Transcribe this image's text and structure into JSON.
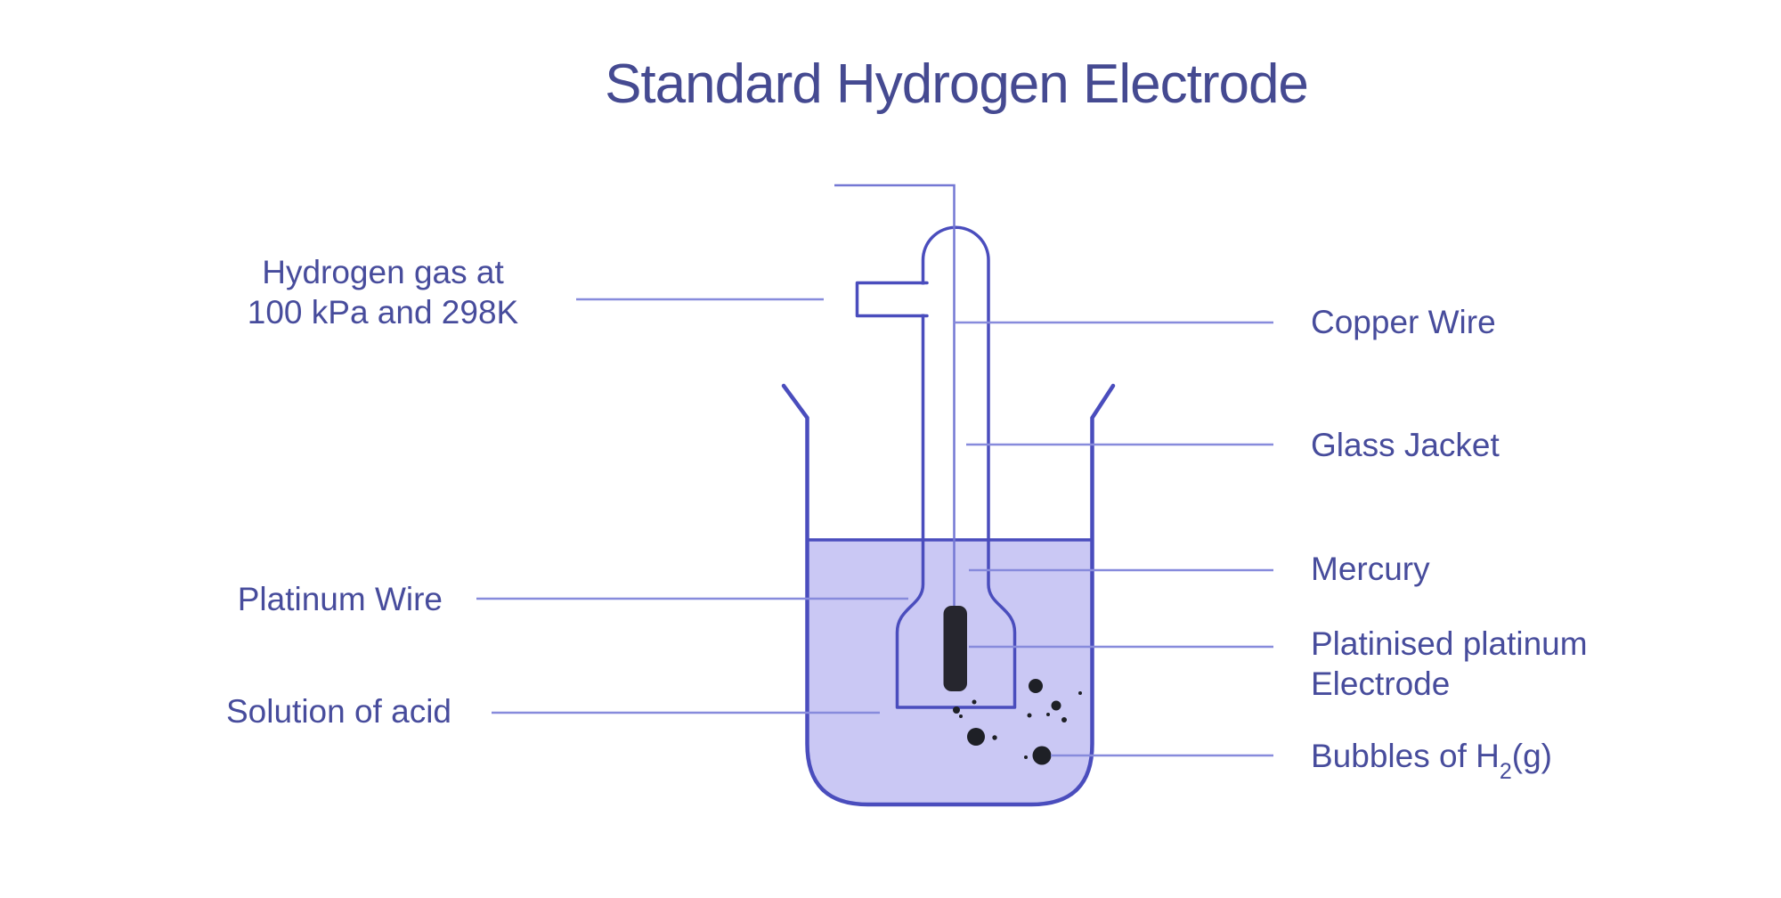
{
  "title": "Standard Hydrogen Electrode",
  "labels": {
    "hydrogen_gas": {
      "line1": "Hydrogen gas at",
      "line2": "100 kPa and 298K"
    },
    "platinum_wire": "Platinum Wire",
    "solution_of_acid": "Solution of acid",
    "copper_wire": "Copper Wire",
    "glass_jacket": "Glass Jacket",
    "mercury": "Mercury",
    "platinised_electrode": {
      "line1": "Platinised platinum",
      "line2": "Electrode"
    },
    "bubbles": {
      "pre": "Bubbles of H",
      "sub": "2",
      "post": "(g)"
    }
  },
  "colors": {
    "background": "#ffffff",
    "text": "#474c9c",
    "title_text": "#454a91",
    "glass_outline": "#4a4dbd",
    "leader_line": "#878bdc",
    "wire": "#7478d4",
    "liquid_fill": "#cac8f4",
    "electrode": "#26262e",
    "bubble": "#1e2026"
  }
}
